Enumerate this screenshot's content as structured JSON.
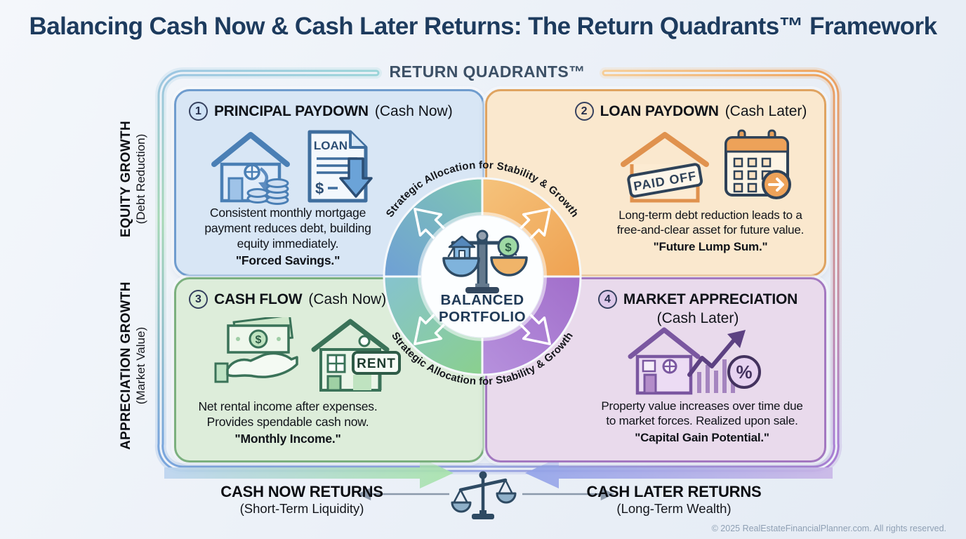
{
  "title": "Balancing Cash Now & Cash Later Returns: The Return Quadrants™ Framework",
  "frame_label": "RETURN QUADRANTS™",
  "center": {
    "line1": "BALANCED",
    "line2": "PORTFOLIO",
    "coin": "$",
    "arc_text_top": "Strategic Allocation for Stability & Growth",
    "arc_text_bottom": "Strategic Allocation for Stability & Growth"
  },
  "axes": {
    "left_top": {
      "label": "EQUITY GROWTH",
      "sub": "(Debt Reduction)"
    },
    "left_bottom": {
      "label": "APPRECIATION GROWTH",
      "sub": "(Market Value)"
    },
    "bottom_left": {
      "label": "CASH NOW RETURNS",
      "sub": "(Short-Term Liquidity)"
    },
    "bottom_right": {
      "label": "CASH LATER RETURNS",
      "sub": "(Long-Term Wealth)"
    }
  },
  "quadrants": [
    {
      "number": "1",
      "name": "PRINCIPAL PAYDOWN",
      "timing": "(Cash Now)",
      "desc_lines": [
        "Consistent monthly mortgage",
        "payment reduces debt, building",
        "equity immediately."
      ],
      "quote": "\"Forced Savings.\"",
      "icon_labels": {
        "loan": "LOAN",
        "dollar": "$"
      }
    },
    {
      "number": "2",
      "name": "LOAN PAYDOWN",
      "timing": "(Cash Later)",
      "desc_lines": [
        "Long-term debt reduction leads to a",
        "free-and-clear asset for future value."
      ],
      "quote": "\"Future Lump Sum.\"",
      "icon_labels": {
        "stamp": "PAID OFF"
      }
    },
    {
      "number": "3",
      "name": "CASH FLOW",
      "timing": "(Cash Now)",
      "desc_lines": [
        "Net rental income after expenses.",
        "Provides spendable cash now."
      ],
      "quote": "\"Monthly Income.\"",
      "icon_labels": {
        "sign": "RENT",
        "dollar": "$"
      }
    },
    {
      "number": "4",
      "name": "MARKET APPRECIATION",
      "timing": "(Cash Later)",
      "desc_lines": [
        "Property value increases over time due",
        "to market forces. Realized upon sale.",
        ""
      ],
      "quote": "\"Capital Gain Potential.\"",
      "icon_labels": {
        "percent": "%"
      }
    }
  ],
  "footer": {
    "copyright": "© 2025 RealEstateFinancialPlanner.com. All rights reserved."
  },
  "colors": {
    "title": "#1d3b5e",
    "q1_accent": "#6f9cce",
    "q1_bg": "#d8e6f5",
    "q2_accent": "#dfa360",
    "q2_bg": "#fae8ce",
    "q3_accent": "#7bb07e",
    "q3_bg": "#ddedda",
    "q4_accent": "#a378c0",
    "q4_bg": "#e9daec",
    "ring_blue": "#6d9bd9",
    "ring_teal": "#7fc7b2",
    "ring_orange": "#ee9d4b",
    "ring_green": "#8ad08c",
    "ring_purple": "#a06cc9",
    "arrow_green": "#a8e3ab",
    "arrow_purple": "#93a4e9"
  }
}
